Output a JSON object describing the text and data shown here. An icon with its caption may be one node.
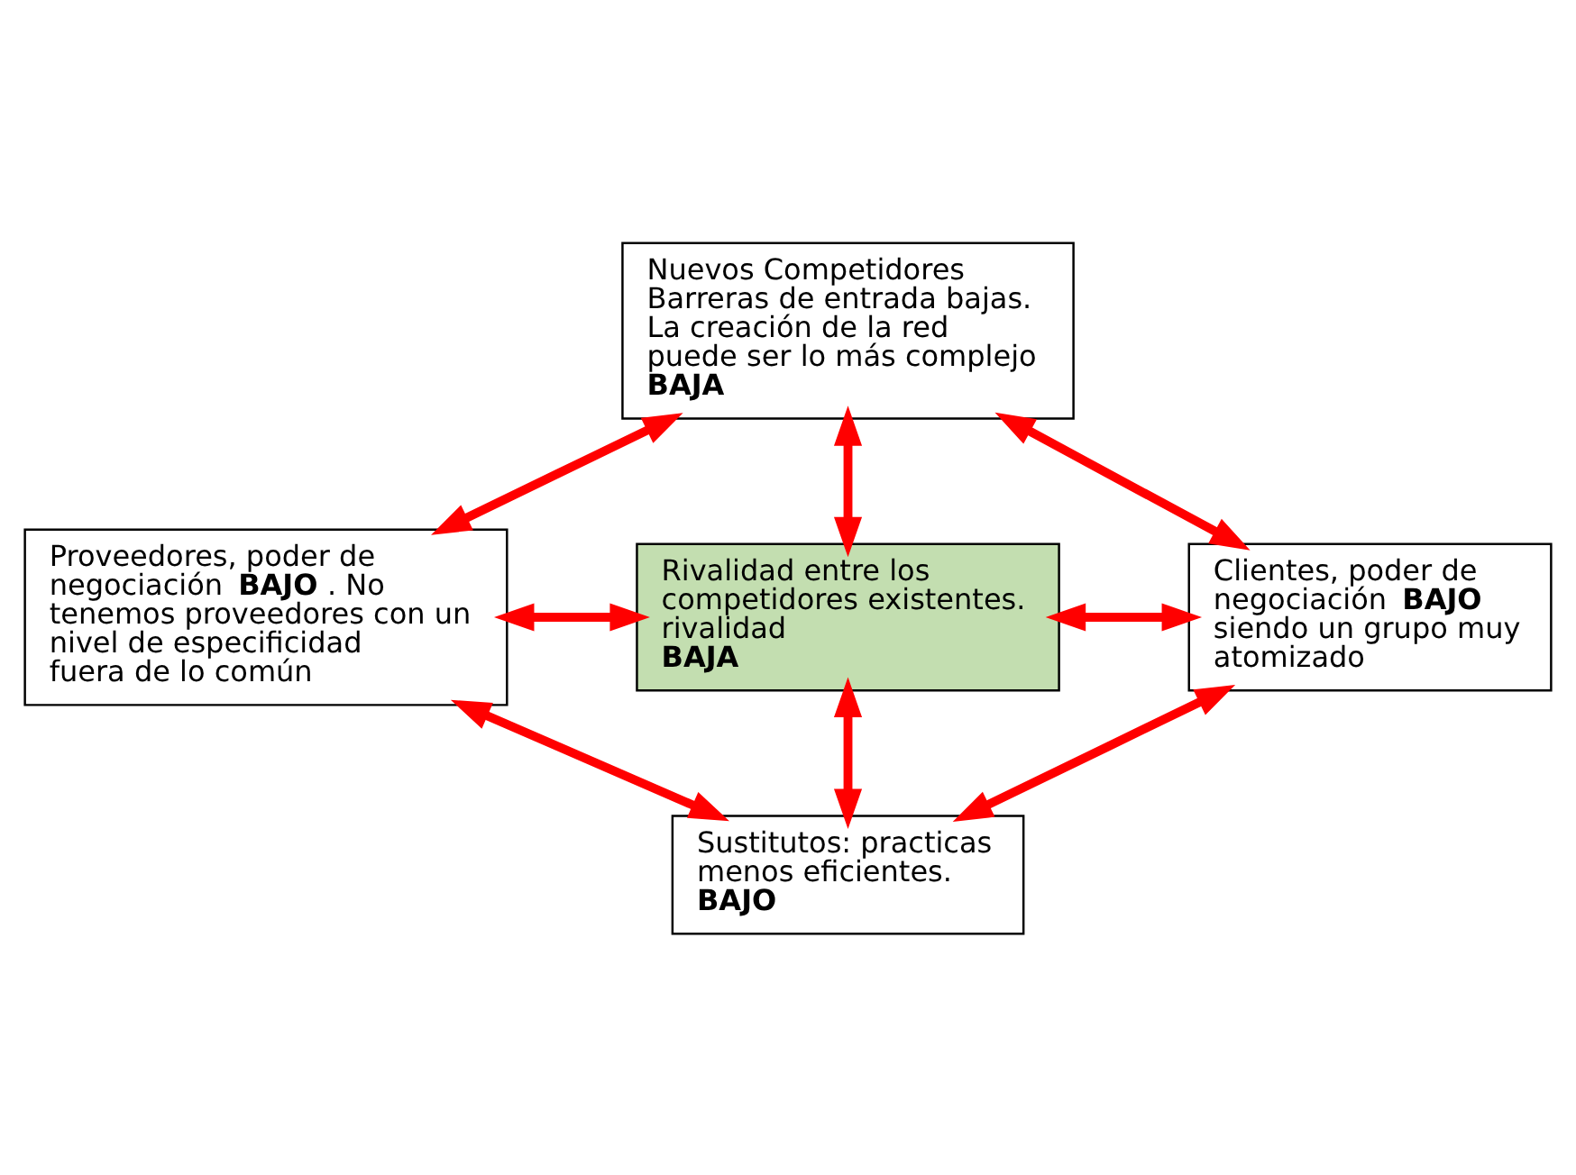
{
  "diagram": {
    "nodes": [
      {
        "text": [
          "Nuevos Competidores",
          "Barreras de entrada bajas. La creación de la red puede ser lo más complejo",
          "**BAJA**"
        ]
      },
      {
        "text": [
          "Proveedores, poder de negociación **BAJO** . No tenemos proveedores con un nivel de especificidad fuera de lo común"
        ]
      },
      {
        "text": [
          "Rivalidad entre los competidores existentes. rivalidad",
          "**BAJA**"
        ]
      },
      {
        "text": [
          "Clientes, poder de negociación **BAJO** siendo un grupo muy atomizado"
        ]
      },
      {
        "text": [
          "Sustitutos: practicas menos eficientes.",
          "**BAJO**"
        ]
      }
    ],
    "edges": [
      {
        "from": 0,
        "to": 1,
        "arrow": "both"
      },
      {
        "from": 0,
        "to": 3,
        "arrow": "both"
      },
      {
        "from": 0,
        "to": 2,
        "arrow": "both"
      },
      {
        "from": 1,
        "to": 2,
        "arrow": "both"
      },
      {
        "from": 3,
        "to": 2,
        "arrow": "both"
      },
      {
        "from": 1,
        "to": 4,
        "arrow": "both"
      },
      {
        "from": 2,
        "to": 4,
        "arrow": "both"
      },
      {
        "from": 3,
        "to": 4,
        "arrow": "both"
      }
    ]
  }
}
